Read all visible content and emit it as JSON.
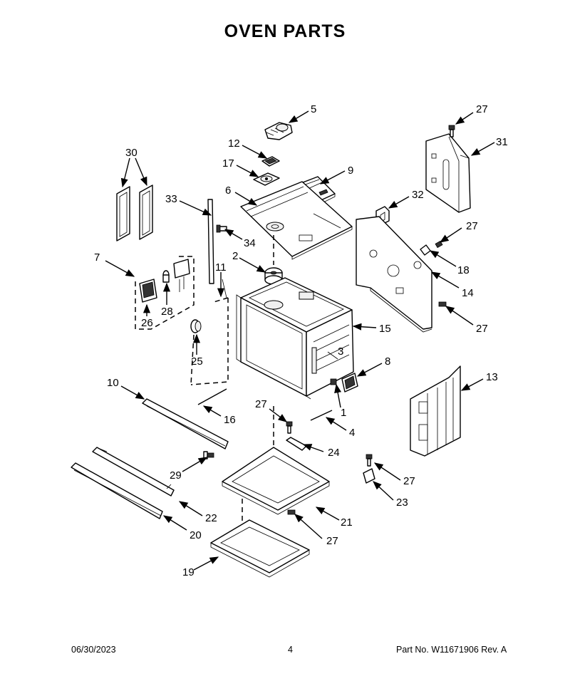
{
  "title": "OVEN PARTS",
  "footer": {
    "date": "06/30/2023",
    "page": "4",
    "part_no": "Part No.  W11671906  Rev.  A"
  },
  "callouts": [
    {
      "id": "c5",
      "label": "5"
    },
    {
      "id": "c27a",
      "label": "27"
    },
    {
      "id": "c30",
      "label": "30"
    },
    {
      "id": "c12",
      "label": "12"
    },
    {
      "id": "c31",
      "label": "31"
    },
    {
      "id": "c17",
      "label": "17"
    },
    {
      "id": "c9",
      "label": "9"
    },
    {
      "id": "c6",
      "label": "6"
    },
    {
      "id": "c33",
      "label": "33"
    },
    {
      "id": "c32",
      "label": "32"
    },
    {
      "id": "c27b",
      "label": "27"
    },
    {
      "id": "c34",
      "label": "34"
    },
    {
      "id": "c7",
      "label": "7"
    },
    {
      "id": "c2",
      "label": "2"
    },
    {
      "id": "c18",
      "label": "18"
    },
    {
      "id": "c11",
      "label": "11"
    },
    {
      "id": "c14",
      "label": "14"
    },
    {
      "id": "c28",
      "label": "28"
    },
    {
      "id": "c26",
      "label": "26"
    },
    {
      "id": "c27c",
      "label": "27"
    },
    {
      "id": "c15",
      "label": "15"
    },
    {
      "id": "c3",
      "label": "3"
    },
    {
      "id": "c25",
      "label": "25"
    },
    {
      "id": "c8",
      "label": "8"
    },
    {
      "id": "c10",
      "label": "10"
    },
    {
      "id": "c13",
      "label": "13"
    },
    {
      "id": "c27d",
      "label": "27"
    },
    {
      "id": "c1",
      "label": "1"
    },
    {
      "id": "c16",
      "label": "16"
    },
    {
      "id": "c4",
      "label": "4"
    },
    {
      "id": "c24",
      "label": "24"
    },
    {
      "id": "c29",
      "label": "29"
    },
    {
      "id": "c27e",
      "label": "27"
    },
    {
      "id": "c22",
      "label": "22"
    },
    {
      "id": "c23",
      "label": "23"
    },
    {
      "id": "c21",
      "label": "21"
    },
    {
      "id": "c20",
      "label": "20"
    },
    {
      "id": "c27f",
      "label": "27"
    },
    {
      "id": "c19",
      "label": "19"
    }
  ]
}
